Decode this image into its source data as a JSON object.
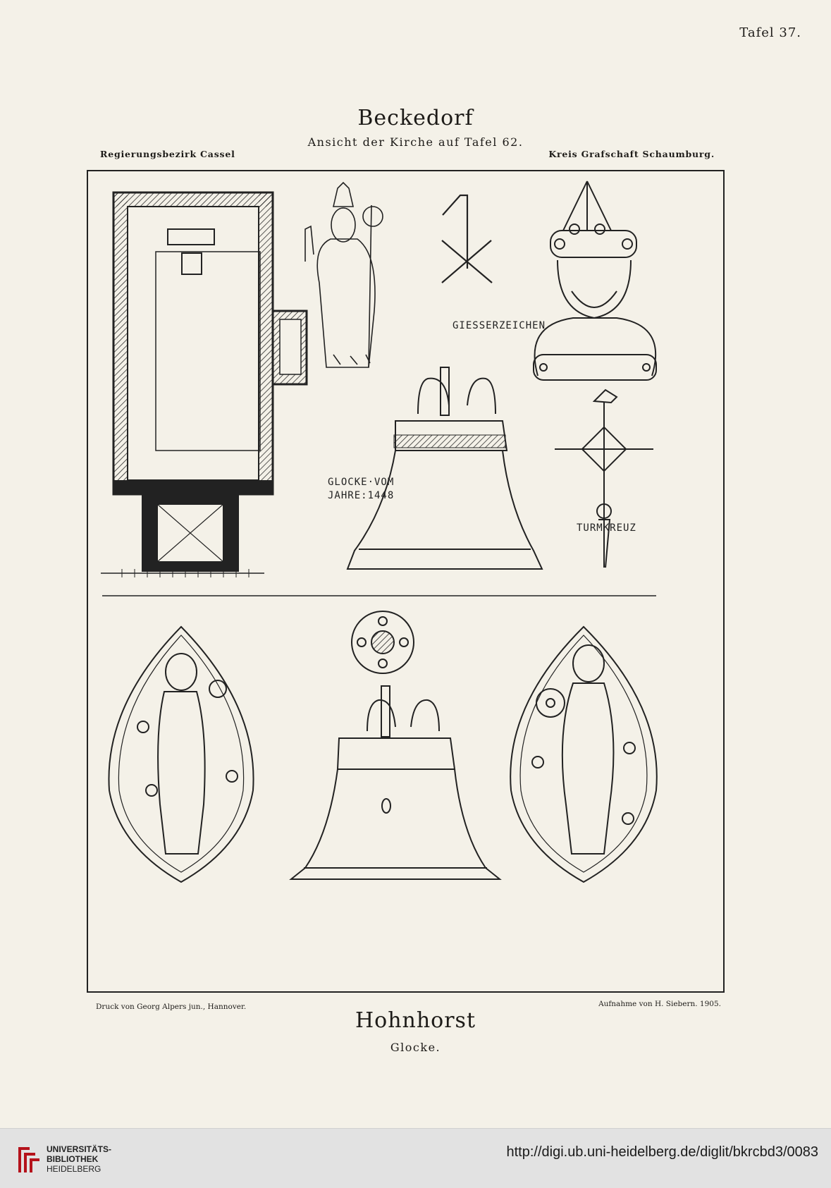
{
  "plate_number": "Tafel 37.",
  "top": {
    "place": "Beckedorf",
    "note": "Ansicht der Kirche auf Tafel 62.",
    "district_left": "Regierungsbezirk Cassel",
    "district_right": "Kreis Grafschaft Schaumburg."
  },
  "labels": {
    "founder_mark": "GIESSERZEICHEN",
    "bell_year_line1": "GLOCKE·VOM",
    "bell_year_line2": "JAHRE:1448",
    "tower_cross": "TURMKREUZ"
  },
  "credits": {
    "printer": "Druck von Georg Alpers jun., Hannover.",
    "photo": "Aufnahme von H. Siebern.  1905."
  },
  "bottom": {
    "place": "Hohnhorst",
    "note": "Glocke."
  },
  "footer": {
    "library_line1": "UNIVERSITÄTS-",
    "library_line2": "BIBLIOTHEK",
    "library_line3": "HEIDELBERG",
    "url": "http://digi.ub.uni-heidelberg.de/diglit/bkrcbd3/0083",
    "logo_color": "#b5121b"
  }
}
